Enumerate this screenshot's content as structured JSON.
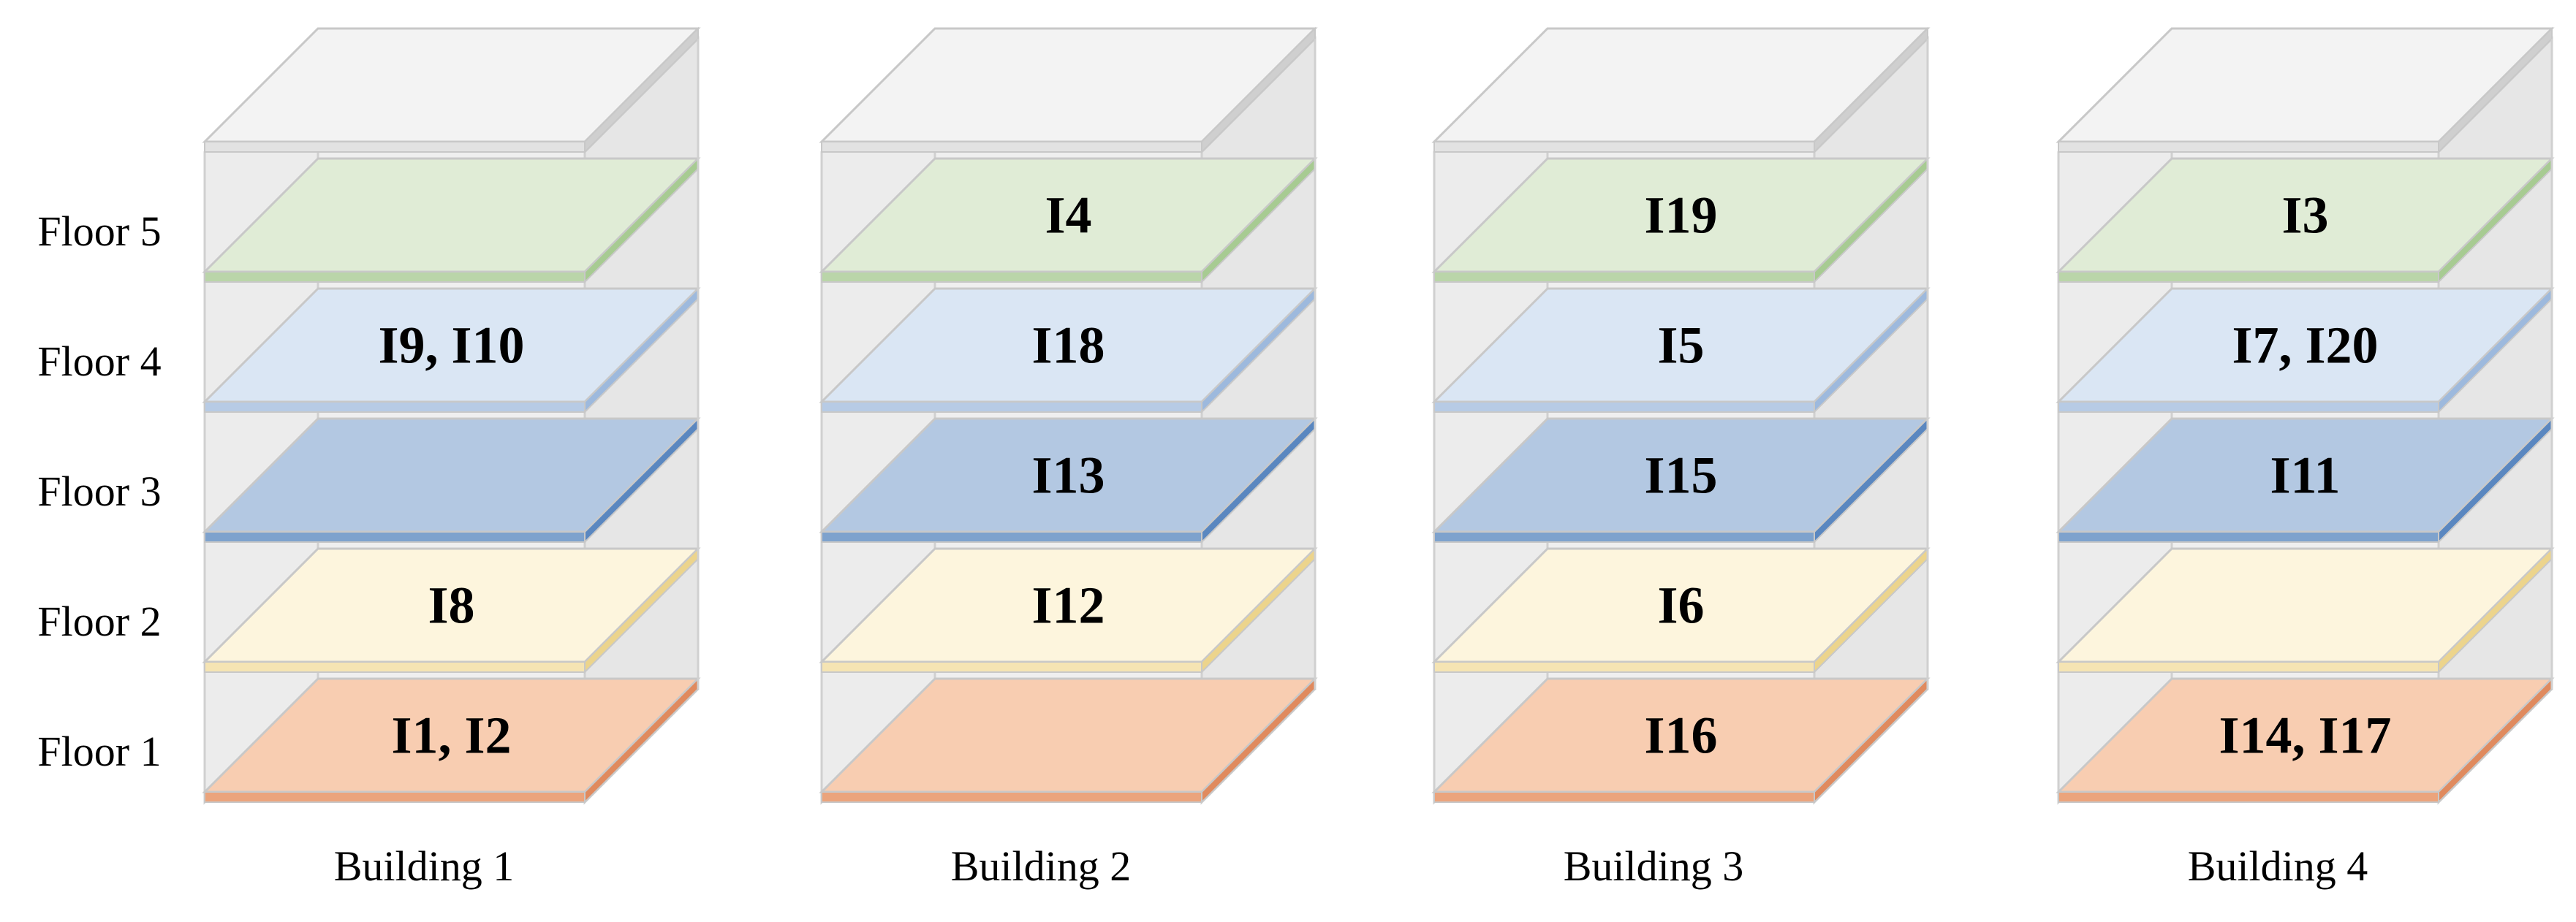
{
  "floor_labels": [
    "Floor 1",
    "Floor 2",
    "Floor 3",
    "Floor 4",
    "Floor 5"
  ],
  "floor_colors": [
    {
      "top": "#f8cdb1",
      "front": "#eba47c",
      "side": "#e08a5e"
    },
    {
      "top": "#fdf5dd",
      "front": "#f5e4b3",
      "side": "#ecd48c"
    },
    {
      "top": "#b3c8e2",
      "front": "#7ea2cd",
      "side": "#5a87c0"
    },
    {
      "top": "#dae6f4",
      "front": "#b7cbe5",
      "side": "#9db9dd"
    },
    {
      "top": "#e0ecd6",
      "front": "#bad5a9",
      "side": "#a7cb92"
    },
    {
      "top": "#f3f3f3",
      "front": "#e2e2e2",
      "side": "#cfcfcf"
    }
  ],
  "buildings": [
    {
      "name": "Building 1",
      "floors": [
        "I1, I2",
        "I8",
        "",
        "I9, I10",
        ""
      ]
    },
    {
      "name": "Building 2",
      "floors": [
        "",
        "I12",
        "I13",
        "I18",
        "I4"
      ]
    },
    {
      "name": "Building 3",
      "floors": [
        "I16",
        "I6",
        "I15",
        "I5",
        "I19"
      ]
    },
    {
      "name": "Building 4",
      "floors": [
        "I14, I17",
        "",
        "I11",
        "I7, I20",
        "I3"
      ]
    }
  ]
}
